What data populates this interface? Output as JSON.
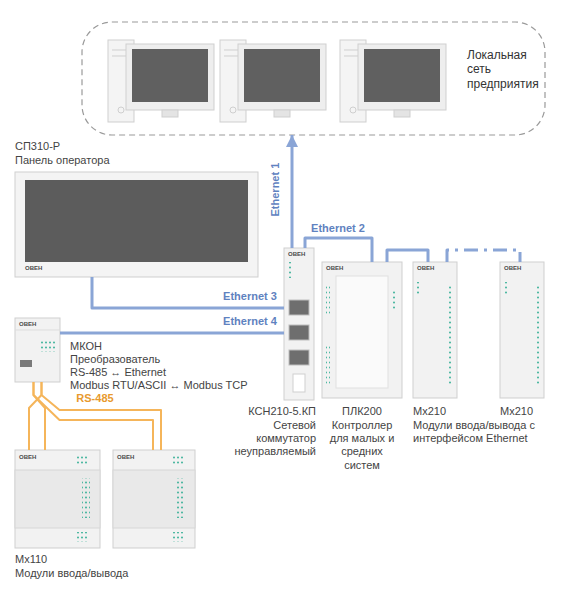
{
  "diagram": {
    "nodes": [
      {
        "text": [
          "Локальная сеть предприятия"
        ]
      },
      {
        "text": [
          "СП310-Р",
          "Панель оператора",
          "ОВЕН"
        ]
      },
      {
        "text": [
          "ОВЕН",
          "МКОН",
          "Преобразователь",
          "RS-485 ↔ Ethernet",
          "Modbus RTU/ASCII ↔ Modbus TCP"
        ]
      },
      {
        "text": [
          "ОВЕН",
          "КСН210-5.КП",
          "Сетевой коммутатор неуправляемый"
        ]
      },
      {
        "text": [
          "ОВЕН",
          "ПЛК200",
          "Контроллер для малых и средних систем"
        ]
      },
      {
        "text": [
          "ОВЕН",
          "Mx210"
        ]
      },
      {
        "text": [
          "ОВЕН",
          "Mx210"
        ]
      },
      {
        "text": [
          "ОВЕН",
          "Mx110",
          "Модули ввода/вывода"
        ]
      },
      {
        "text": [
          "ОВЕН"
        ]
      }
    ],
    "edges": [
      {
        "from": 3,
        "to": 0,
        "arrow": "to",
        "label": "Ethernet 1"
      },
      {
        "from": 3,
        "to": 4,
        "arrow": "none",
        "label": "Ethernet 2"
      },
      {
        "from": 4,
        "to": 5,
        "arrow": "none"
      },
      {
        "from": 5,
        "to": 6,
        "arrow": "none"
      },
      {
        "from": 1,
        "to": 3,
        "arrow": "none",
        "label": "Ethernet 3"
      },
      {
        "from": 2,
        "to": 3,
        "arrow": "none",
        "label": "Ethernet 4"
      },
      {
        "from": 2,
        "to": 7,
        "arrow": "none"
      },
      {
        "from": 2,
        "to": 8,
        "arrow": "none",
        "label": "RS-485"
      }
    ],
    "labels": [
      "Модули ввода/вывода с интерфейсом Ethernet"
    ]
  }
}
